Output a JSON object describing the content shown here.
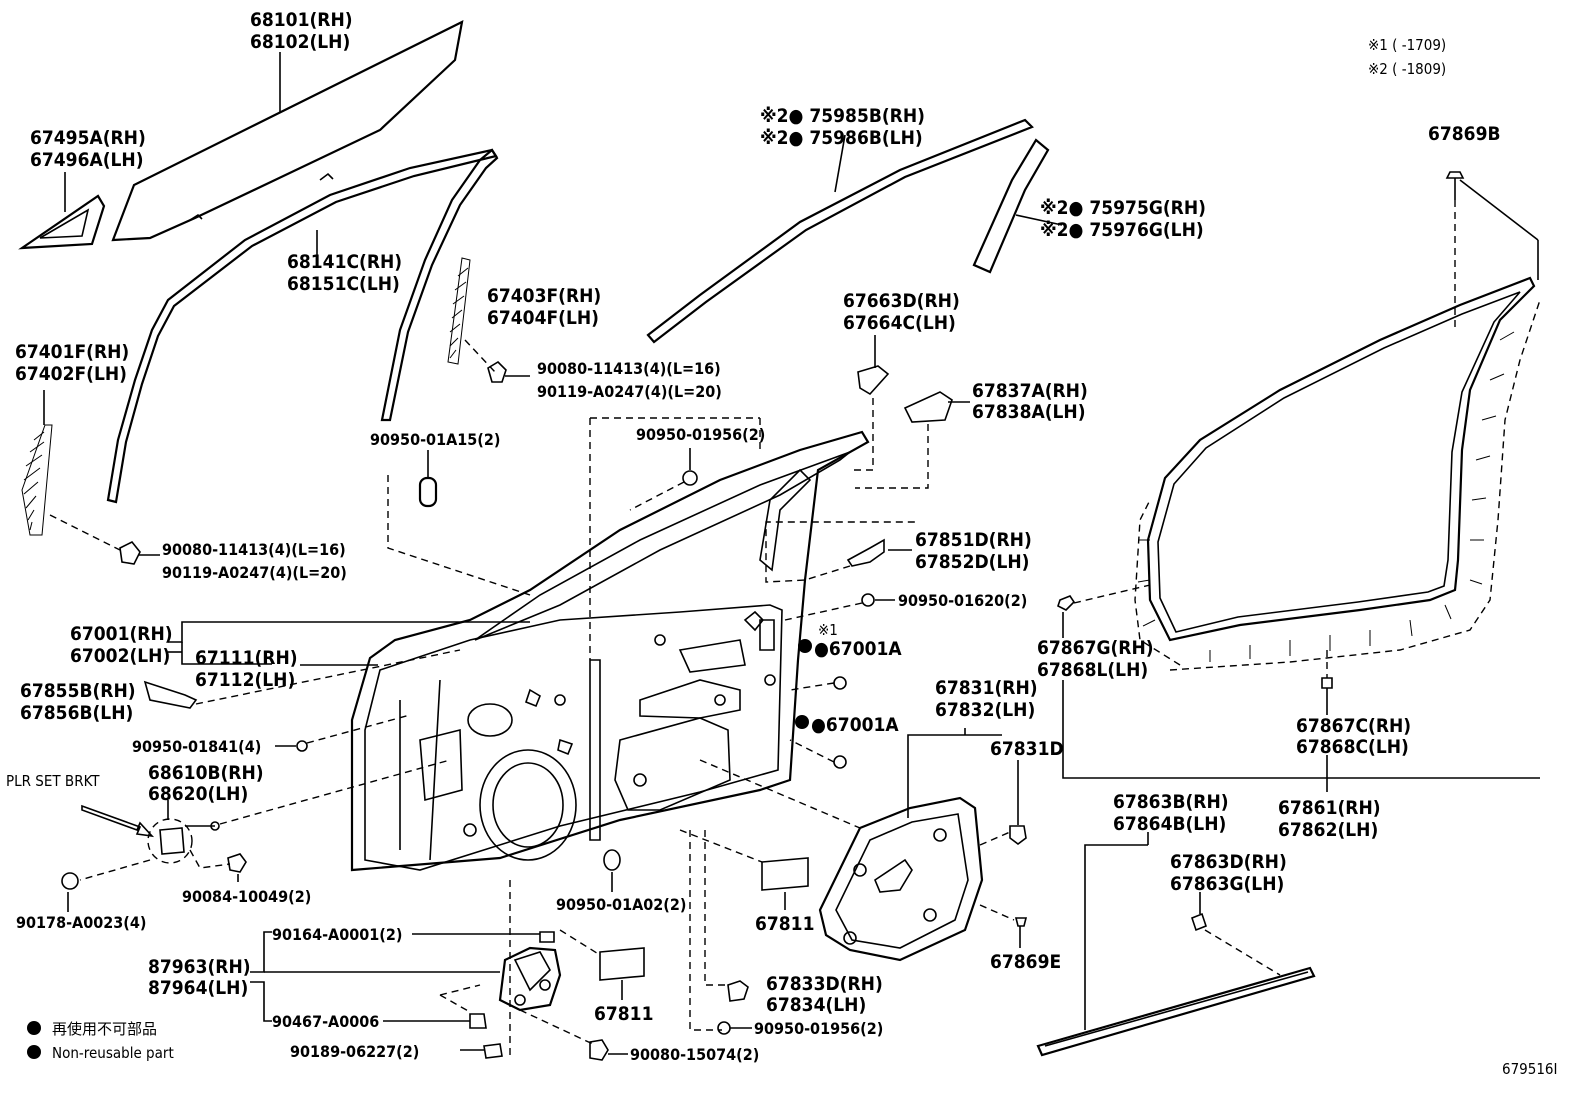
{
  "notes": {
    "n1": "※1 (      -1709)",
    "n2": "※2 (      -1809)"
  },
  "labels": {
    "l68101": "68101(RH)",
    "l68102": "68102(LH)",
    "l67495A": "67495A(RH)",
    "l67496A": "67496A(LH)",
    "l68141C": "68141C(RH)",
    "l68151C": "68151C(LH)",
    "l67401F": "67401F(RH)",
    "l67402F": "67402F(LH)",
    "l67403F": "67403F(RH)",
    "l67404F": "67404F(LH)",
    "l90080a": "90080-11413(4)(L=16)",
    "l90119a": "90119-A0247(4)(L=20)",
    "l90080b": "90080-11413(4)(L=16)",
    "l90119b": "90119-A0247(4)(L=20)",
    "l75985B": "※2● 75985B(RH)",
    "l75986B": "※2● 75986B(LH)",
    "l75975G": "※2● 75975G(RH)",
    "l75976G": "※2● 75976G(LH)",
    "l67663D": "67663D(RH)",
    "l67664C": "67664C(LH)",
    "l67837A": "67837A(RH)",
    "l67838A": "67838A(LH)",
    "l90950_01A15": "90950-01A15(2)",
    "l90950_01956a": "90950-01956(2)",
    "l67851D": "67851D(RH)",
    "l67852D": "67852D(LH)",
    "l90950_01620": "90950-01620(2)",
    "l67001": "67001(RH)",
    "l67002": "67002(LH)",
    "l67111": "67111(RH)",
    "l67112": "67112(LH)",
    "l67001Aa": "※1",
    "l67001Ab": "●67001A",
    "l67001Ac": "●67001A",
    "l67855B": "67855B(RH)",
    "l67856B": "67856B(LH)",
    "l90950_01841": "90950-01841(4)",
    "l68610B": "68610B(RH)",
    "l68620": "68620(LH)",
    "plr": "PLR SET BRKT",
    "l90084": "90084-10049(2)",
    "l90178": "90178-A0023(4)",
    "l90950_01A02": "90950-01A02(2)",
    "l67811a": "67811",
    "l67811b": "67811",
    "l67831": "67831(RH)",
    "l67832": "67832(LH)",
    "l67831D": "67831D",
    "l67869E": "67869E",
    "l90164": "90164-A0001(2)",
    "l87963": "87963(RH)",
    "l87964": "87964(LH)",
    "l90467": "90467-A0006",
    "l90189": "90189-06227(2)",
    "l90080c": "90080-15074(2)",
    "l67833D": "67833D(RH)",
    "l67834": "67834(LH)",
    "l90950_01956b": "90950-01956(2)",
    "l67869B": "67869B",
    "l67867G": "67867G(RH)",
    "l67868L": "67868L(LH)",
    "l67867C": "67867C(RH)",
    "l67868C": "67868C(LH)",
    "l67861": "67861(RH)",
    "l67862": "67862(LH)",
    "l67863B": "67863B(RH)",
    "l67864B": "67864B(LH)",
    "l67863D": "67863D(RH)",
    "l67863G": "67863G(LH)"
  },
  "legend": {
    "jp": "再使用不可部品",
    "en": "Non-reusable part"
  },
  "diagram_id": "679516I"
}
